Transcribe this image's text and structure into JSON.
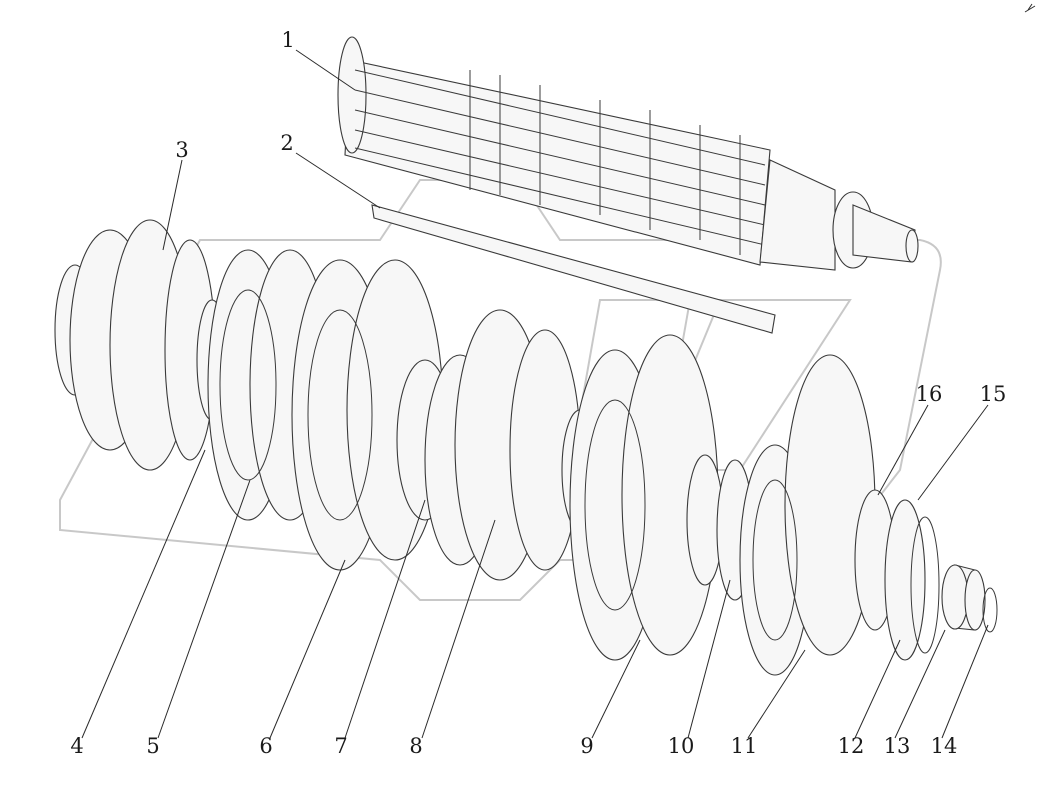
{
  "callouts": [
    {
      "id": "1",
      "text": "1"
    },
    {
      "id": "2",
      "text": "2"
    },
    {
      "id": "3",
      "text": "3"
    },
    {
      "id": "4",
      "text": "4"
    },
    {
      "id": "5",
      "text": "5"
    },
    {
      "id": "6",
      "text": "6"
    },
    {
      "id": "7",
      "text": "7"
    },
    {
      "id": "8",
      "text": "8"
    },
    {
      "id": "9",
      "text": "9"
    },
    {
      "id": "10",
      "text": "10"
    },
    {
      "id": "11",
      "text": "11"
    },
    {
      "id": "12",
      "text": "12"
    },
    {
      "id": "13",
      "text": "13"
    },
    {
      "id": "14",
      "text": "14"
    },
    {
      "id": "15",
      "text": "15"
    },
    {
      "id": "16",
      "text": "16"
    }
  ],
  "colors": {
    "linework": "#2a2a2a",
    "watermark": "#9a9a9a",
    "background": "#ffffff"
  }
}
